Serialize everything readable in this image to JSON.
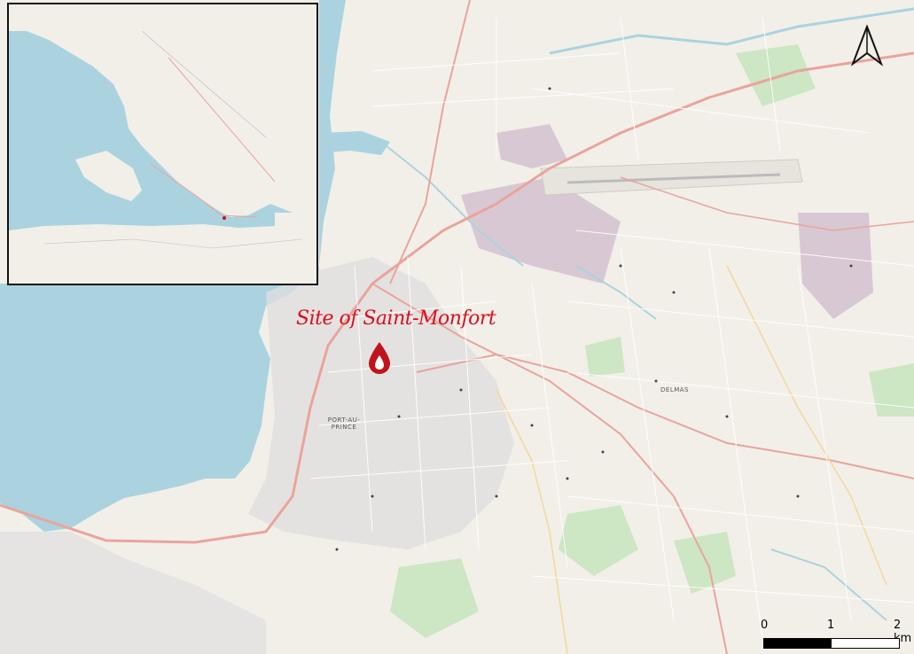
{
  "map": {
    "site_label": "Site of Saint-Monfort",
    "place_labels": {
      "city_line1": "PORT-AU-",
      "city_line2": "PRINCE",
      "delmas": "DELMAS"
    },
    "scalebar": {
      "ticks": [
        "0",
        "1",
        "2 km"
      ]
    },
    "colors": {
      "water": "#aad3df",
      "land": "#f2efe9",
      "urban": "#e0dfdf",
      "primary_road": "#e9a49b",
      "marker": "#c0141c",
      "label": "#d9101a"
    },
    "icons": [
      "north-arrow-icon",
      "map-marker-icon"
    ]
  }
}
